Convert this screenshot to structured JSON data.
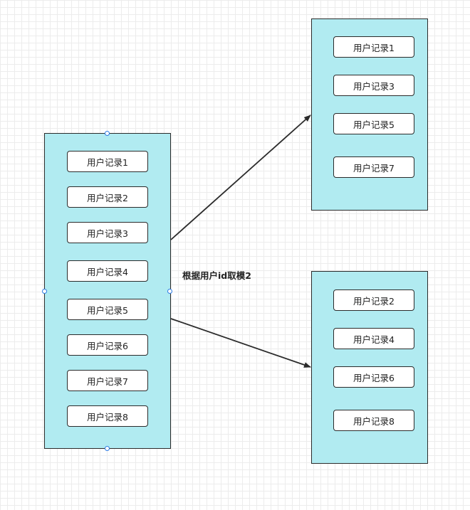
{
  "source": {
    "records": [
      "用户记录1",
      "用户记录2",
      "用户记录3",
      "用户记录4",
      "用户记录5",
      "用户记录6",
      "用户记录7",
      "用户记录8"
    ]
  },
  "target_odd": {
    "records": [
      "用户记录1",
      "用户记录3",
      "用户记录5",
      "用户记录7"
    ]
  },
  "target_even": {
    "records": [
      "用户记录2",
      "用户记录4",
      "用户记录6",
      "用户记录8"
    ]
  },
  "edge_label": "根据用户id取模2",
  "colors": {
    "container_fill": "#b1ebf1",
    "border": "#2b2b2b",
    "handle": "#2c7be5"
  }
}
